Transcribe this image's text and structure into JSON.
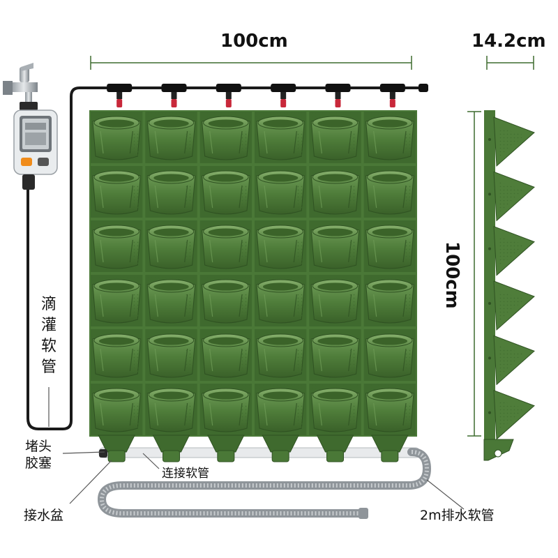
{
  "dimensions": {
    "width_label": "100cm",
    "depth_label": "14.2cm",
    "height_label": "100cm"
  },
  "labels": {
    "drip_hose": "滴灌软管",
    "plug": "堵头\n胶塞",
    "connect_hose": "连接软管",
    "water_tray": "接水盆",
    "drain_hose": "2m排水软管"
  },
  "grid": {
    "rows": 6,
    "cols": 6
  },
  "colors": {
    "pot_green": "#4f7d3a",
    "pot_dark": "#355a27",
    "pot_light": "#6d9a55",
    "hose_black": "#1a1a1a",
    "drain_grey": "#9a9fa3",
    "emitter_red": "#c8283a",
    "dim_line": "#3d6b2e"
  },
  "icons": [
    "faucet-icon",
    "timer-controller-icon",
    "drip-emitter-icon"
  ]
}
